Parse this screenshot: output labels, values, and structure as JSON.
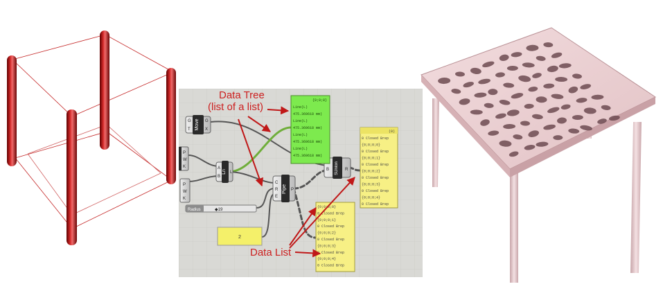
{
  "annotations": {
    "data_tree_line1": "Data Tree",
    "data_tree_line2": "(list of a list)",
    "data_list": "Data List"
  },
  "components": {
    "move_label": "Move",
    "line_label": "Ln",
    "pipe_label": "Pipe",
    "union_label": "SUnion",
    "move_inputs": [
      "G",
      "T"
    ],
    "move_outputs": [
      "G",
      "X"
    ],
    "line_inputs": [
      "A",
      "B"
    ],
    "line_outputs": [
      "L"
    ],
    "pipe_inputs": [
      "C",
      "R",
      "E"
    ],
    "pipe_outputs": [
      "P"
    ],
    "union_inputs": [
      "B"
    ],
    "union_outputs": [
      "R"
    ],
    "point_param_a": [
      "P",
      "W",
      "K"
    ],
    "point_param_b": [
      "P",
      "W",
      "K"
    ]
  },
  "slider": {
    "label": "Radius",
    "value": "◆19"
  },
  "number_panel": {
    "value": "2"
  },
  "green_panel": {
    "header": "{0;0;0}",
    "rows": [
      "Line(L)",
      "475.369618 mm)",
      "Line(L)",
      "475.369618 mm)",
      "Line(L)",
      "475.369618 mm)",
      "Line(L)",
      "475.369618 mm)"
    ]
  },
  "yellow_panel_right": {
    "header": "(0)",
    "rows": [
      "0 Closed Brep",
      "{0;0;0;0}",
      "0 Closed Brep",
      "{0;0;0;1}",
      "0 Closed Brep",
      "{0;0;0;2}",
      "0 Closed Brep",
      "{0;0;0;3}",
      "0 Closed Brep",
      "{0;0;0;4}",
      "0 Closed Brep"
    ]
  },
  "yellow_panel_bottom": {
    "rows": [
      "{0;0;0;0}",
      "0 Closed Brep",
      "{0;0;0;1}",
      "0 Closed Brep",
      "{0;0;0;2}",
      "0 Closed Brep",
      "{0;0;0;3}",
      "0 Closed Brep",
      "{0;0;0;4}",
      "0 Closed Brep"
    ]
  }
}
